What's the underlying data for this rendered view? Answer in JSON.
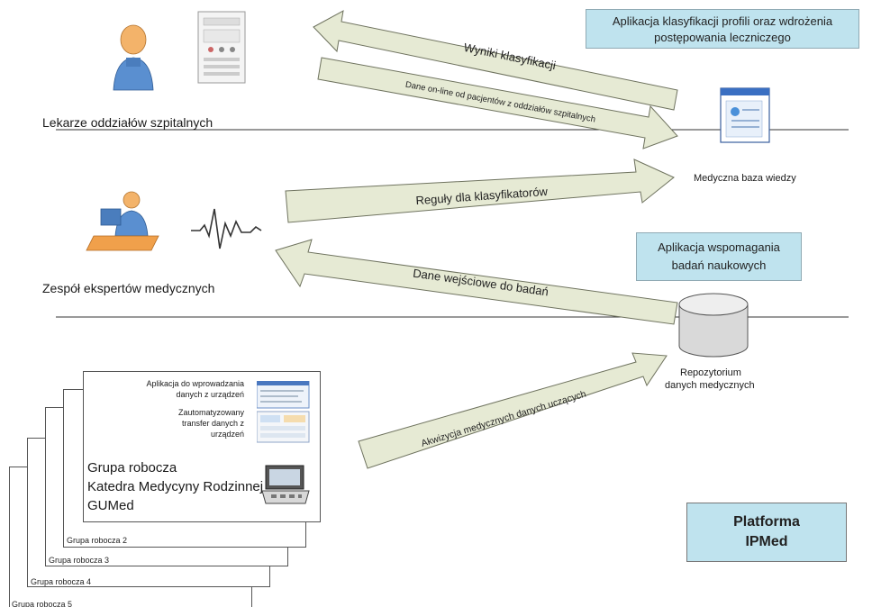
{
  "actors": {
    "doctors_label": "Lekarze oddziałów szpitalnych",
    "experts_label": "Zespół ekspertów medycznych"
  },
  "boxes": {
    "classification_app": "Aplikacja klasyfikacji profili oraz wdrożenia postępowania leczniczego",
    "research_app": "Aplikacja wspomagania badań naukowych",
    "platform_line1": "Platforma",
    "platform_line2": "IPMed"
  },
  "resources": {
    "knowledge_base": "Medyczna baza wiedzy",
    "repository_line1": "Repozytorium",
    "repository_line2": "danych medycznych"
  },
  "arrows": {
    "classification_results": "Wyniki klasyfikacji",
    "online_data": "Dane on-line od pacjentów z oddziałów szpitalnych",
    "classifier_rules": "Reguły dla klasyfikatorów",
    "research_input": "Dane wejściowe do badań",
    "data_acquisition": "Akwizycja medycznych danych uczących"
  },
  "workgroup": {
    "device_app_line1": "Aplikacja do wprowadzania",
    "device_app_line2": "danych z urządzeń",
    "auto_transfer_line1": "Zautomatyzowany",
    "auto_transfer_line2": "transfer danych z",
    "auto_transfer_line3": "urządzeń",
    "main_line1": "Grupa robocza",
    "main_line2": "Katedra Medycyny Rodzinnej",
    "main_line3": "GUMed",
    "group2": "Grupa robocza  2",
    "group3": "Grupa robocza  3",
    "group4": "Grupa robocza  4",
    "group5": "Grupa robocza  5"
  },
  "colors": {
    "arrow_fill": "#e6ead4",
    "arrow_stroke": "#6f735f",
    "box_fill": "#bfe3ee"
  }
}
